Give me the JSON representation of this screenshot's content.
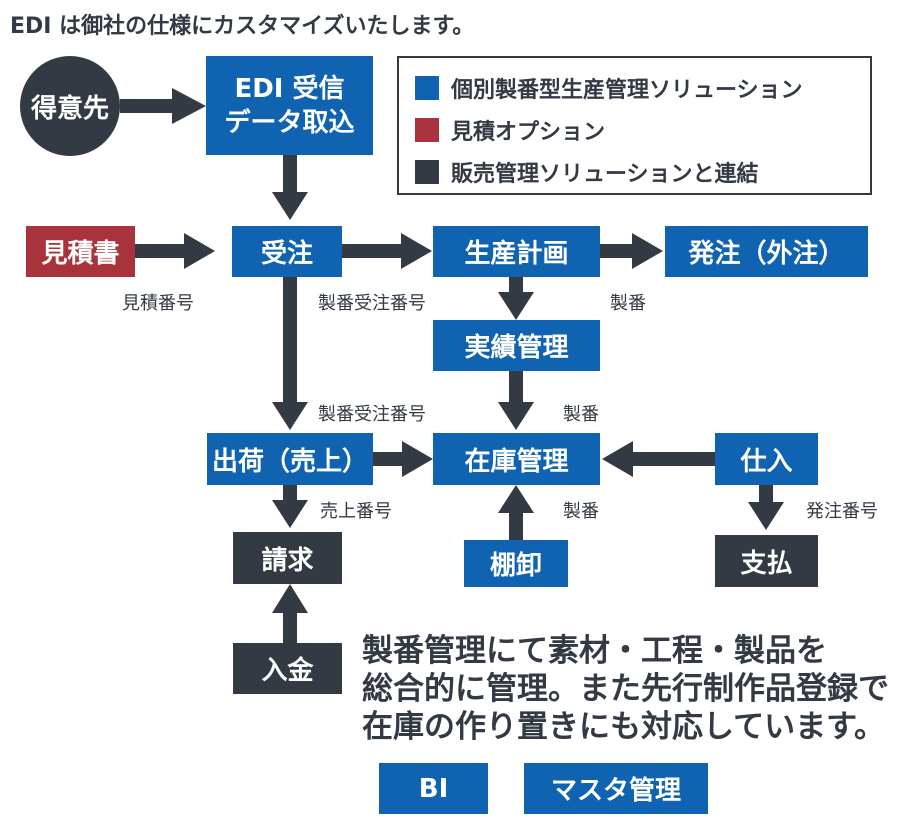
{
  "title": "EDI は御社の仕様にカスタマイズいたします。",
  "colors": {
    "blue": "#0f63b0",
    "dark": "#333a44",
    "red": "#a8333a"
  },
  "legend": [
    {
      "label": "個別製番型生産管理ソリューション",
      "color": "#0f63b0"
    },
    {
      "label": "見積オプション",
      "color": "#a8333a"
    },
    {
      "label": "販売管理ソリューションと連結",
      "color": "#333a44"
    }
  ],
  "nodes": {
    "customer": "得意先",
    "edi_line1": "EDI 受信",
    "edi_line2": "データ取込",
    "quote": "見積書",
    "order": "受注",
    "production_plan": "生産計画",
    "purchase_order": "発注（外注）",
    "actual": "実績管理",
    "shipment": "出荷（売上）",
    "inventory": "在庫管理",
    "receiving": "仕入",
    "billing": "請求",
    "stocktaking": "棚卸",
    "payment": "支払",
    "deposit": "入金",
    "bi": "BI",
    "master": "マスタ管理"
  },
  "edge_labels": {
    "quote_no": "見積番号",
    "order_no_1": "製番受注番号",
    "seiban_1": "製番",
    "order_no_2": "製番受注番号",
    "seiban_2": "製番",
    "sales_no": "売上番号",
    "seiban_3": "製番",
    "po_no": "発注番号"
  },
  "note": [
    "製番管理にて素材・工程・製品を",
    "総合的に管理。また先行制作品登録で",
    "在庫の作り置きにも対応しています。"
  ]
}
